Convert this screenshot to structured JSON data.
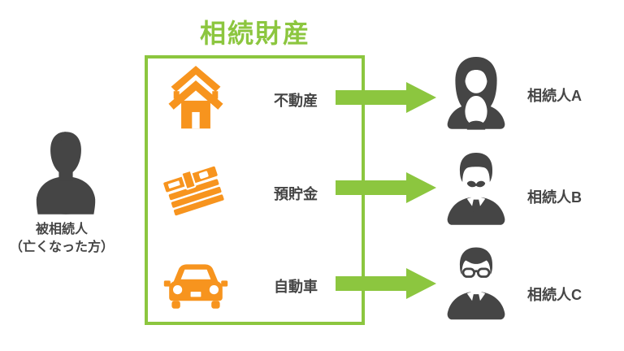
{
  "title": "相続財産",
  "colors": {
    "green": "#8CC63F",
    "orange": "#F7941E",
    "dark_gray": "#454545"
  },
  "decedent": {
    "icon": "person-silhouette-icon",
    "label_line1": "被相続人",
    "label_line2": "（亡くなった方）"
  },
  "assets": [
    {
      "icon": "house-icon",
      "label": "不動産"
    },
    {
      "icon": "money-stack-icon",
      "label": "預貯金"
    },
    {
      "icon": "car-icon",
      "label": "自動車"
    }
  ],
  "heirs": [
    {
      "icon": "woman-silhouette-icon",
      "label": "相続人A"
    },
    {
      "icon": "man-mustache-silhouette-icon",
      "label": "相続人B"
    },
    {
      "icon": "man-glasses-silhouette-icon",
      "label": "相続人C"
    }
  ]
}
